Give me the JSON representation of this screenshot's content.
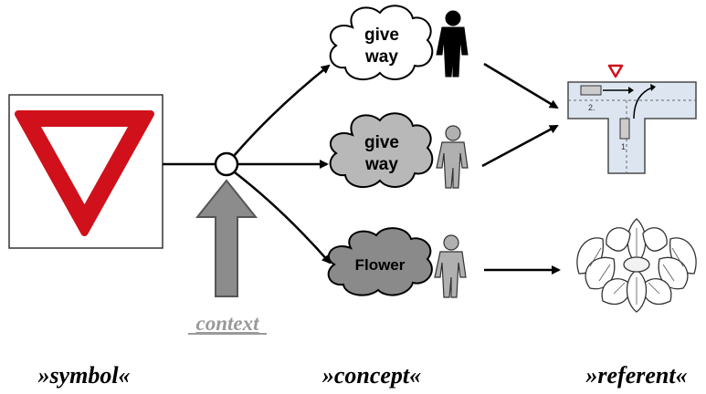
{
  "concepts": {
    "give_way_1": "give\nway",
    "give_way_2": "give\nway",
    "flower": "Flower"
  },
  "context_label": "context",
  "captions": {
    "symbol": "»symbol«",
    "concept": "»concept«",
    "referent": "»referent«"
  },
  "road_labels": {
    "car_2": "2.",
    "car_1": "1"
  },
  "colors": {
    "sign_red": "#d0101a",
    "bubble_white": "#ffffff",
    "bubble_gray_light": "#b8b8b8",
    "bubble_gray_dark": "#8a8a8a",
    "person_black": "#000000",
    "person_gray": "#b0b0b0",
    "context_arrow": "#8c8c8c",
    "road_fill": "#dde6f0",
    "context_text": "#9a9a9a"
  }
}
